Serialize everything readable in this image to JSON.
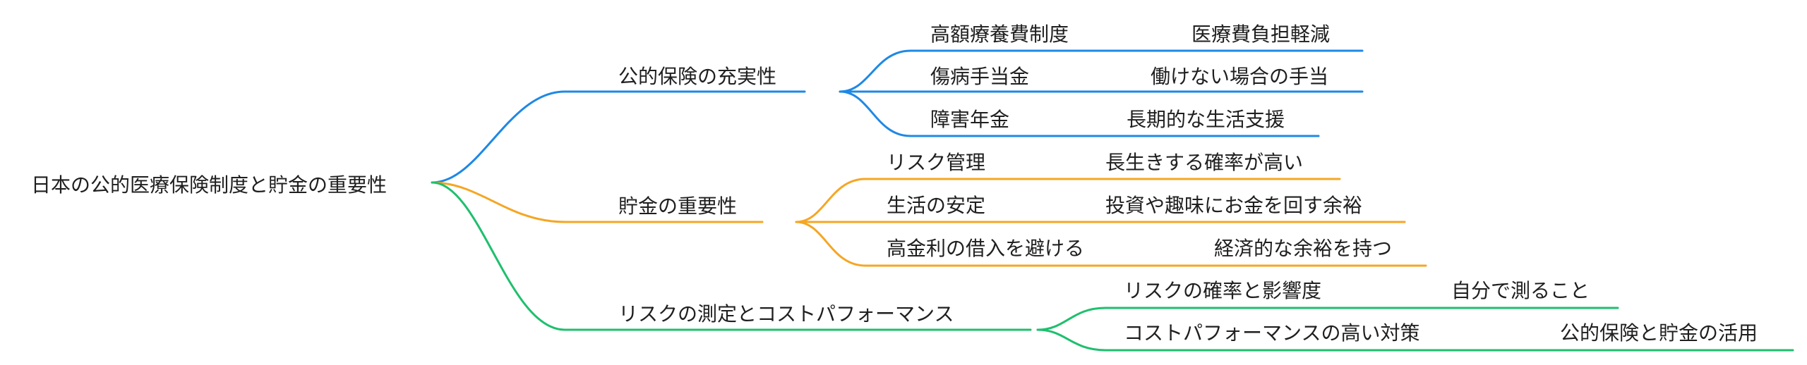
{
  "root": {
    "label": "日本の公的医療保険制度と貯金の重要性"
  },
  "colors": {
    "branch_1": "#1e88e5",
    "branch_2": "#f5a623",
    "branch_3": "#1fbf6e"
  },
  "branches": [
    {
      "label": "公的保険の充実性",
      "children": [
        {
          "label": "高額療養費制度",
          "detail": "医療費負担軽減"
        },
        {
          "label": "傷病手当金",
          "detail": "働けない場合の手当"
        },
        {
          "label": "障害年金",
          "detail": "長期的な生活支援"
        }
      ]
    },
    {
      "label": "貯金の重要性",
      "children": [
        {
          "label": "リスク管理",
          "detail": "長生きする確率が高い"
        },
        {
          "label": "生活の安定",
          "detail": "投資や趣味にお金を回す余裕"
        },
        {
          "label": "高金利の借入を避ける",
          "detail": "経済的な余裕を持つ"
        }
      ]
    },
    {
      "label": "リスクの測定とコストパフォーマンス",
      "children": [
        {
          "label": "リスクの確率と影響度",
          "detail": "自分で測ること"
        },
        {
          "label": "コストパフォーマンスの高い対策",
          "detail": "公的保険と貯金の活用"
        }
      ]
    }
  ]
}
